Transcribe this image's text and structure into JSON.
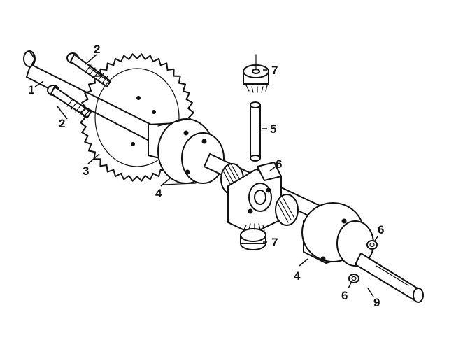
{
  "diagram": {
    "callouts": [
      {
        "id": "c1",
        "text": "1"
      },
      {
        "id": "c2a",
        "text": "2"
      },
      {
        "id": "c2b",
        "text": "2"
      },
      {
        "id": "c3",
        "text": "3"
      },
      {
        "id": "c4a",
        "text": "4"
      },
      {
        "id": "c4b",
        "text": "4"
      },
      {
        "id": "c5",
        "text": "5"
      },
      {
        "id": "c6a",
        "text": "6"
      },
      {
        "id": "c6b",
        "text": "6"
      },
      {
        "id": "c6c",
        "text": "6"
      },
      {
        "id": "c7a",
        "text": "7"
      },
      {
        "id": "c7b",
        "text": "7"
      },
      {
        "id": "c9",
        "text": "9"
      }
    ]
  }
}
